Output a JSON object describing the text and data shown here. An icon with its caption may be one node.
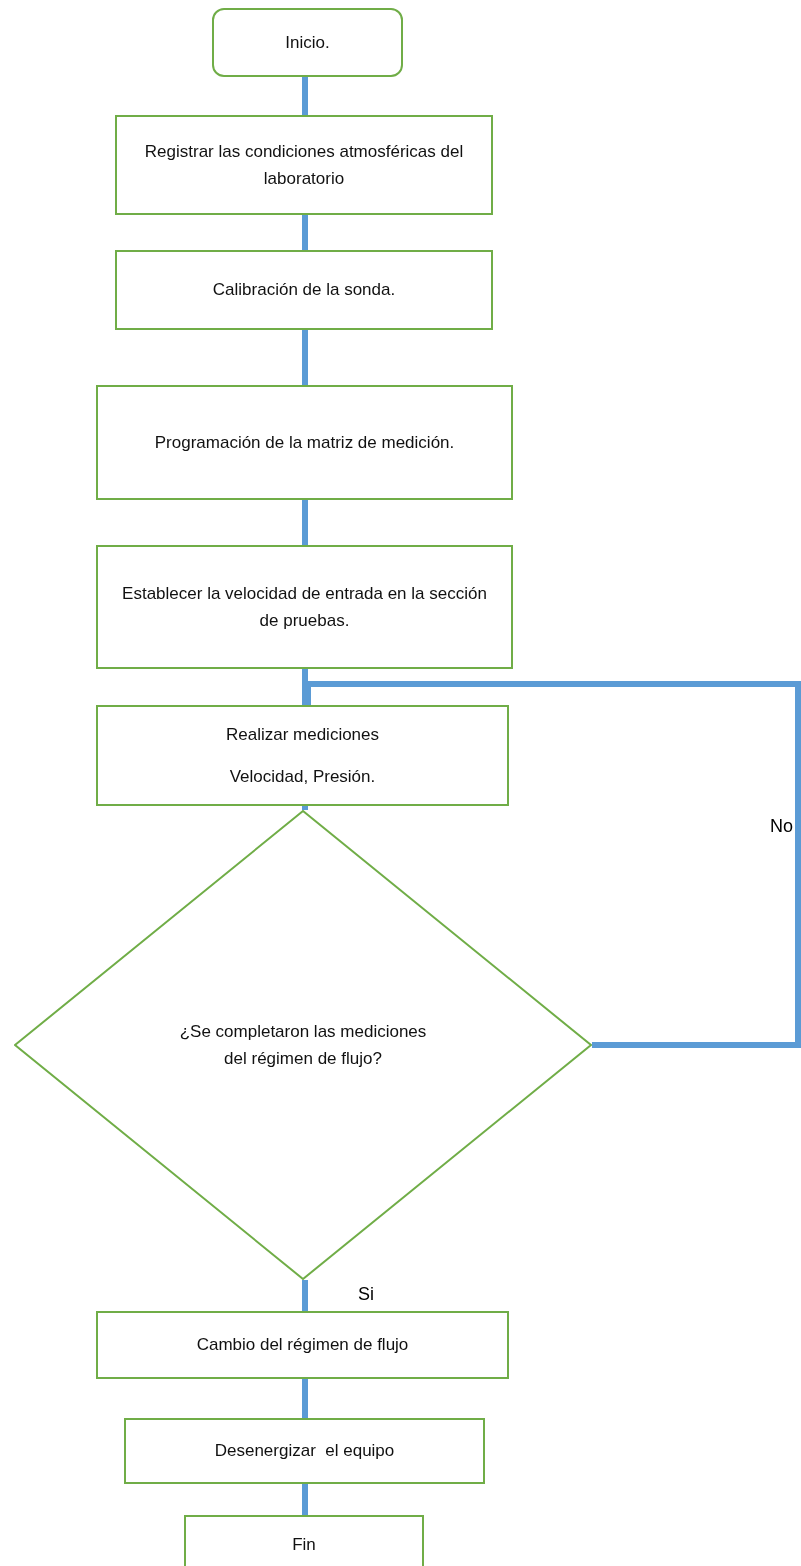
{
  "diagram": {
    "nodes": [
      {
        "text": [
          "Inicio."
        ]
      },
      {
        "text": [
          "Registrar las condiciones atmosféricas del laboratorio"
        ]
      },
      {
        "text": [
          "Calibración de la sonda."
        ]
      },
      {
        "text": [
          "Programación de la matriz de medición."
        ]
      },
      {
        "text": [
          "Establecer la velocidad de entrada en la sección de pruebas."
        ]
      },
      {
        "text": [
          "Realizar mediciones",
          "Velocidad, Presión."
        ]
      },
      {
        "text": [
          "¿Se completaron las mediciones del régimen de flujo?"
        ]
      },
      {
        "text": [
          "Cambio del régimen de flujo"
        ]
      },
      {
        "text": [
          "Desenergizar  el equipo"
        ]
      },
      {
        "text": [
          "Fin"
        ]
      }
    ],
    "edges": [
      {
        "from": 0,
        "to": 1,
        "arrow": "none"
      },
      {
        "from": 1,
        "to": 2,
        "arrow": "none"
      },
      {
        "from": 2,
        "to": 3,
        "arrow": "none"
      },
      {
        "from": 3,
        "to": 4,
        "arrow": "none"
      },
      {
        "from": 4,
        "to": 5,
        "arrow": "none"
      },
      {
        "from": 5,
        "to": 6,
        "arrow": "none"
      },
      {
        "from": 6,
        "to": 7,
        "label": "Si",
        "arrow": "none"
      },
      {
        "from": 7,
        "to": 8,
        "arrow": "none"
      },
      {
        "from": 8,
        "to": 9,
        "arrow": "none"
      },
      {
        "from": 6,
        "to": 5,
        "label": "No",
        "arrow": "none"
      }
    ]
  }
}
